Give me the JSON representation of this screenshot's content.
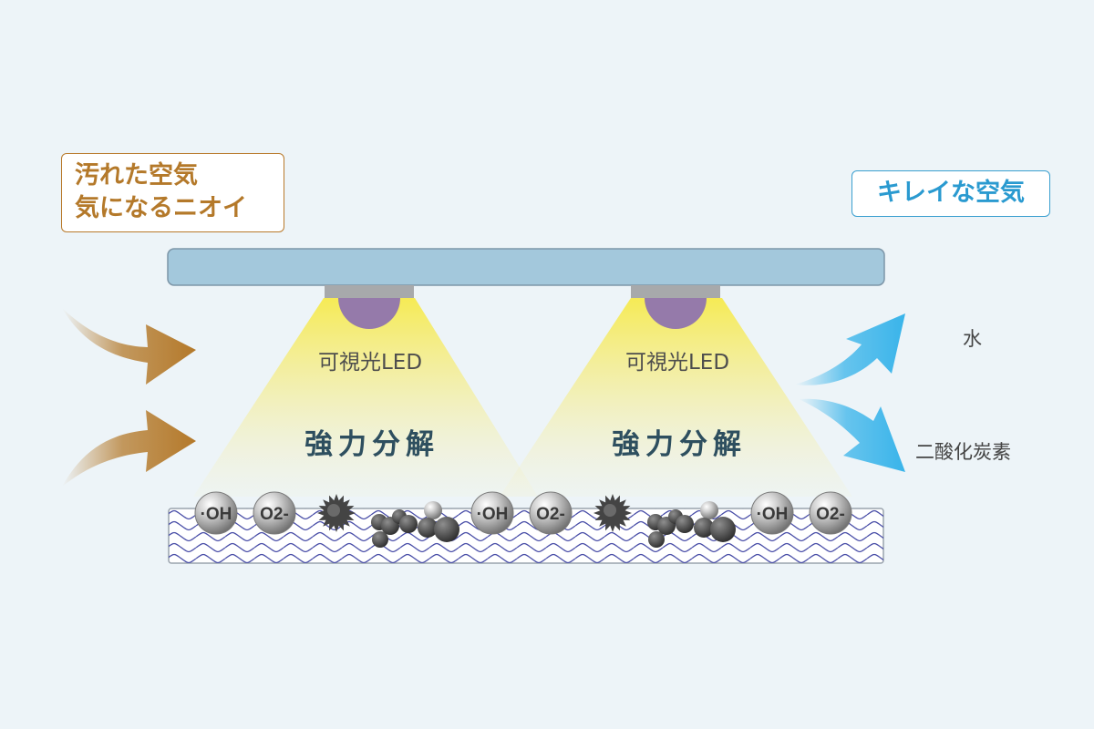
{
  "labels": {
    "dirty_air_line1": "汚れた空気",
    "dirty_air_line2": "気になるニオイ",
    "clean_air": "キレイな空気",
    "water": "水",
    "co2": "二酸化炭素"
  },
  "units": [
    {
      "led_label": "可視光LED",
      "decomposition_label": "強力分解",
      "particles": [
        {
          "type": "hydroxyl",
          "text": "·OH"
        },
        {
          "type": "superoxide",
          "text": "O2-"
        },
        {
          "type": "spiky-particle"
        },
        {
          "type": "small-particle-cluster"
        },
        {
          "type": "molecule-cluster"
        }
      ]
    },
    {
      "led_label": "可視光LED",
      "decomposition_label": "強力分解",
      "particles": [
        {
          "type": "hydroxyl",
          "text": "·OH"
        },
        {
          "type": "superoxide",
          "text": "O2-"
        },
        {
          "type": "spiky-particle"
        },
        {
          "type": "small-particle-cluster"
        },
        {
          "type": "molecule-cluster"
        }
      ]
    },
    {
      "led_label": "",
      "decomposition_label": "",
      "particles": [
        {
          "type": "hydroxyl",
          "text": "·OH"
        },
        {
          "type": "superoxide",
          "text": "O2-"
        }
      ]
    }
  ],
  "colors": {
    "background": "#edf4f8",
    "ceiling_panel": "#a3c8dc",
    "led_housing": "#a7a9ab",
    "led_lens": "#957aaa",
    "light_beam": "#f6ea4c",
    "dirty_air": "#b4792a",
    "clean_air": "#2a9ad0",
    "filter_wave": "#4a4fa8",
    "decomposition_text": "#2e4f5f"
  },
  "icons": {
    "incoming_air": "brown-curved-arrow-icon",
    "outgoing_air": "blue-curved-arrow-icon"
  }
}
